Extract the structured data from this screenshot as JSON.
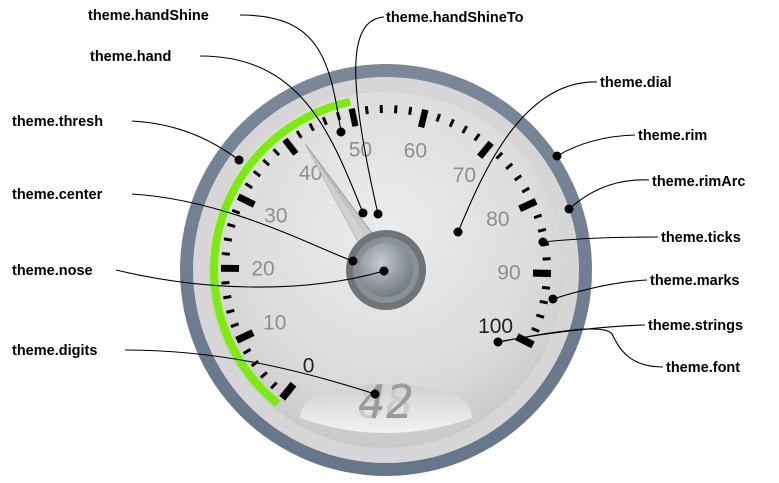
{
  "gauge": {
    "scale": {
      "min": 0,
      "max": 100,
      "labels": [
        "0",
        "10",
        "20",
        "30",
        "40",
        "50",
        "60",
        "70",
        "80",
        "90",
        "100"
      ]
    },
    "digits_readout": "42",
    "value": 42,
    "thresh_upto": 50
  },
  "callouts": [
    {
      "id": "handShine",
      "label": "theme.handShine"
    },
    {
      "id": "handShineTo",
      "label": "theme.handShineTo"
    },
    {
      "id": "hand",
      "label": "theme.hand"
    },
    {
      "id": "dial",
      "label": "theme.dial"
    },
    {
      "id": "thresh",
      "label": "theme.thresh"
    },
    {
      "id": "rim",
      "label": "theme.rim"
    },
    {
      "id": "rimArc",
      "label": "theme.rimArc"
    },
    {
      "id": "center",
      "label": "theme.center"
    },
    {
      "id": "ticks",
      "label": "theme.ticks"
    },
    {
      "id": "nose",
      "label": "theme.nose"
    },
    {
      "id": "marks",
      "label": "theme.marks"
    },
    {
      "id": "strings",
      "label": "theme.strings"
    },
    {
      "id": "font",
      "label": "theme.font"
    },
    {
      "id": "digits",
      "label": "theme.digits"
    }
  ],
  "colors": {
    "rim": "#6f7f90",
    "dial_face": "#e2e2e2",
    "thresh": "#7cec0a",
    "marks": "#000000",
    "ticks": "#aaaaaa",
    "strings": "#8f8f8f",
    "hand": "#bcbcbc",
    "center": "#6e7478",
    "nose": "#9aa0a6",
    "digits_on": "#9a9a9a",
    "digits_off": "#cccccc"
  }
}
